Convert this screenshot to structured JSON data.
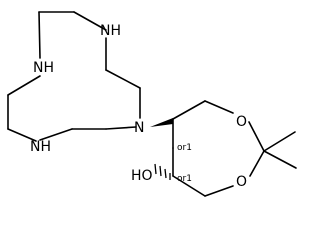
{
  "atom_labels": {
    "nh_top": "NH",
    "nh_left": "NH",
    "nh_bottom": "NH",
    "n_ring": "N",
    "o_top": "O",
    "o_bottom": "O",
    "hydroxyl": "HO"
  },
  "stereo_descriptors": {
    "upper_center": "or1",
    "lower_center": "or1"
  }
}
